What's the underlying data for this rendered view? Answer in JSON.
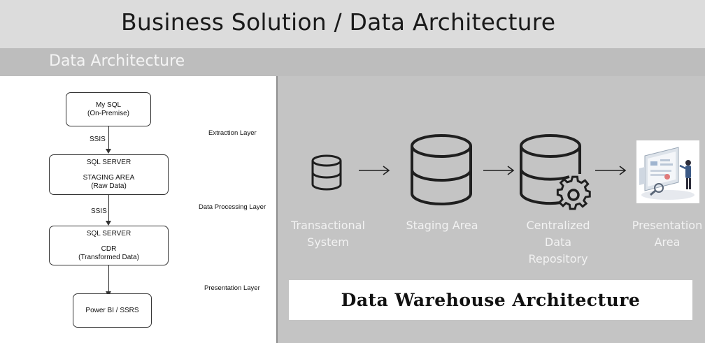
{
  "header": {
    "title": "Business Solution / Data Architecture"
  },
  "subheader": {
    "title": "Data Architecture"
  },
  "flowchart": {
    "nodes": [
      {
        "line1": "My SQL",
        "line2": "(On-Premise)"
      },
      {
        "line1": "SQL SERVER",
        "line2": "STAGING AREA",
        "line3": "(Raw Data)"
      },
      {
        "line1": "SQL SERVER",
        "line2": "CDR",
        "line3": "(Transformed Data)"
      },
      {
        "line1": "Power BI / SSRS"
      }
    ],
    "connector_labels": [
      "SSIS",
      "SSIS"
    ],
    "layers": [
      "Extraction Layer",
      "Data Processing Layer",
      "Presentation Layer"
    ]
  },
  "warehouse": {
    "stages": [
      {
        "label_line1": "Transactional",
        "label_line2": "System",
        "icon": "database-icon"
      },
      {
        "label_line1": "Staging Area",
        "icon": "database-icon"
      },
      {
        "label_line1": "Centralized",
        "label_line2": "Data",
        "label_line3": "Repository",
        "icon": "database-gear-icon"
      },
      {
        "label_line1": "Presentation",
        "label_line2": "Area",
        "icon": "dashboard-illustration-icon"
      }
    ],
    "banner": "Data Warehouse Architecture"
  }
}
